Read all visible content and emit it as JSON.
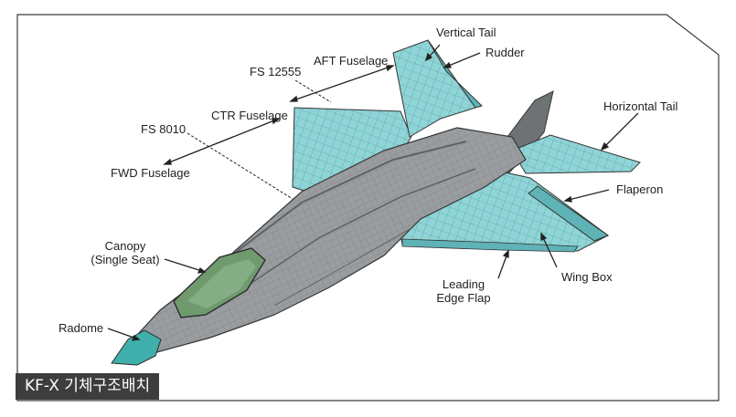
{
  "diagram": {
    "caption": "KF-X 기체구조배치",
    "labels": {
      "vertical_tail": "Vertical Tail",
      "rudder": "Rudder",
      "aft_fuselage": "AFT Fuselage",
      "fs_12555": "FS 12555",
      "horizontal_tail": "Horizontal Tail",
      "ctr_fuselage": "CTR Fuselage",
      "fs_8010": "FS 8010",
      "fwd_fuselage": "FWD Fuselage",
      "flaperon": "Flaperon",
      "canopy": "Canopy",
      "canopy_note": "(Single Seat)",
      "wing_box": "Wing Box",
      "leading_edge_flap_1": "Leading",
      "leading_edge_flap_2": "Edge Flap",
      "radome": "Radome"
    },
    "colors": {
      "panel_teal": "#8fd4d6",
      "panel_teal_dark": "#5fb3b7",
      "fuselage_gray": "#9a9da0",
      "fuselage_dark": "#5e6265",
      "canopy_green": "#6e9a6e",
      "radome_teal": "#3fb0ac",
      "frame_line": "#3b3b3b",
      "caption_bg": "#3d3d3d"
    }
  }
}
